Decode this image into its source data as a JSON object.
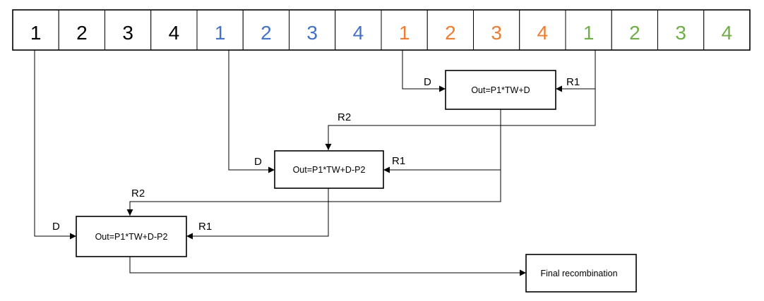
{
  "colors": {
    "black": "#000000",
    "blue": "#4472C4",
    "orange": "#ED7D31",
    "green": "#70AD47"
  },
  "cells": [
    {
      "label": "1",
      "color": "black"
    },
    {
      "label": "2",
      "color": "black"
    },
    {
      "label": "3",
      "color": "black"
    },
    {
      "label": "4",
      "color": "black"
    },
    {
      "label": "1",
      "color": "blue"
    },
    {
      "label": "2",
      "color": "blue"
    },
    {
      "label": "3",
      "color": "blue"
    },
    {
      "label": "4",
      "color": "blue"
    },
    {
      "label": "1",
      "color": "orange"
    },
    {
      "label": "2",
      "color": "orange"
    },
    {
      "label": "3",
      "color": "orange"
    },
    {
      "label": "4",
      "color": "orange"
    },
    {
      "label": "1",
      "color": "green"
    },
    {
      "label": "2",
      "color": "green"
    },
    {
      "label": "3",
      "color": "green"
    },
    {
      "label": "4",
      "color": "green"
    }
  ],
  "boxes": {
    "stage1": "Out=P1*TW+D",
    "stage2": "Out=P1*TW+D-P2",
    "stage3": "Out=P1*TW+D-P2",
    "final": "Final recombination"
  },
  "labels": {
    "d": "D",
    "r1": "R1",
    "r2": "R2"
  }
}
